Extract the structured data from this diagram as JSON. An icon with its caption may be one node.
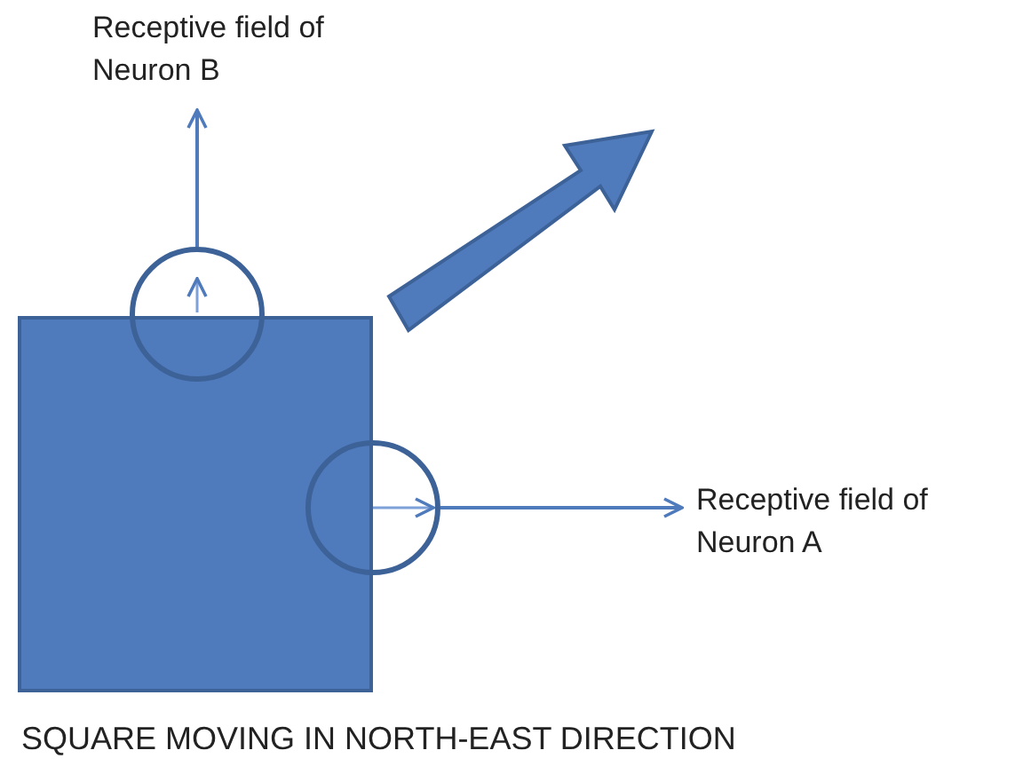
{
  "diagram": {
    "caption": "SQUARE MOVING IN NORTH-EAST DIRECTION",
    "nodes": [
      {
        "text": [],
        "shape": "box"
      },
      {
        "text": [],
        "shape": "circle"
      },
      {
        "text": [],
        "shape": "circle"
      },
      {
        "text": [
          "Receptive field of Neuron B"
        ]
      },
      {
        "text": [
          "Receptive field of Neuron A"
        ]
      }
    ],
    "edges": [
      {
        "from": 1,
        "to": 3,
        "arrow": "to"
      },
      {
        "from": 2,
        "to": 4,
        "arrow": "to"
      }
    ]
  }
}
